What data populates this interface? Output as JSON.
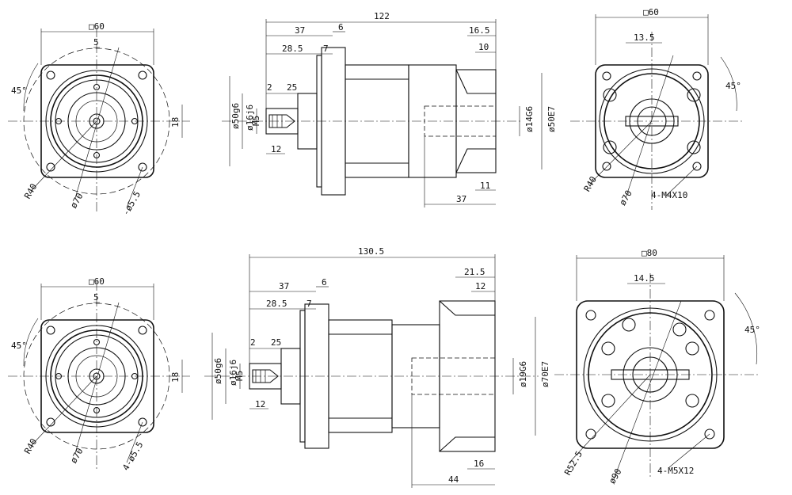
{
  "views": {
    "a_front": {
      "square": "□60",
      "key_width": "5",
      "angle": "45°",
      "offset": "18",
      "radius": "R40",
      "pitch": "ø70",
      "holes": "-ø5.5"
    },
    "a_side": {
      "length": "122",
      "l37": "37",
      "l6": "6",
      "l28": "28.5",
      "l7": "7",
      "l16": "16.5",
      "l10": "10",
      "l2": "2",
      "l25": "25",
      "l12": "12",
      "l11": "11",
      "l37b": "37",
      "pilot": "ø50g6",
      "shaft": "ø16j6",
      "thread": "M5",
      "bore": "ø14G6",
      "bore_outer": "ø50E7"
    },
    "a_rear": {
      "square": "□60",
      "key": "13.5",
      "angle": "45°",
      "radius": "R40",
      "pitch": "ø70",
      "holes": "4-M4X10"
    },
    "b_front": {
      "square": "□60",
      "key_width": "5",
      "angle": "45°",
      "offset": "18",
      "radius": "R40",
      "pitch": "ø70",
      "holes": "4-ø5.5"
    },
    "b_side": {
      "length": "130.5",
      "l37": "37",
      "l6": "6",
      "l28": "28.5",
      "l7": "7",
      "l21": "21.5",
      "l12": "12",
      "l2": "2",
      "l25": "25",
      "l12b": "12",
      "l16": "16",
      "l44": "44",
      "pilot": "ø50g6",
      "shaft": "ø16j6",
      "thread": "M5",
      "bore": "ø19G6",
      "bore_outer": "ø70E7"
    },
    "b_rear": {
      "square": "□80",
      "key": "14.5",
      "angle": "45°",
      "radius": "R52.5",
      "pitch": "ø90",
      "holes": "4-M5X12"
    }
  }
}
